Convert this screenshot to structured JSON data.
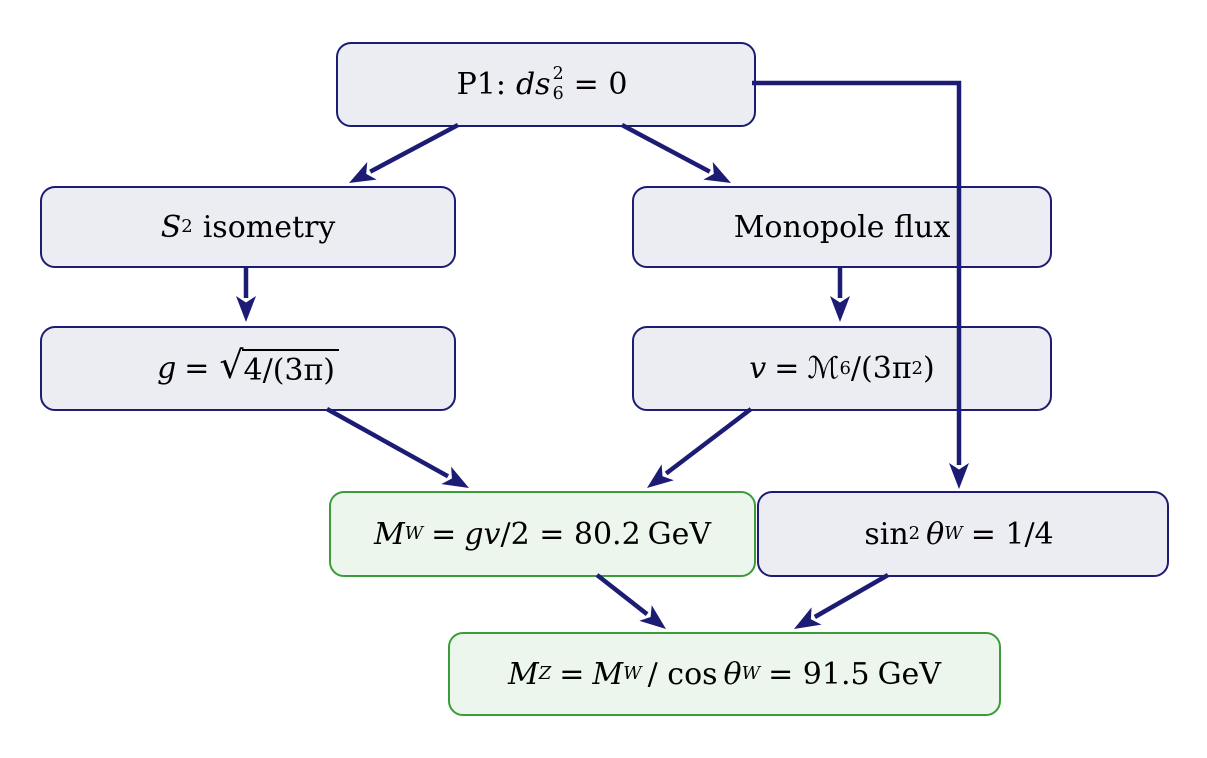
{
  "colors": {
    "background": "#ffffff",
    "node_border": "#1c1c74",
    "node_fill": "#ececf3",
    "highlight_border": "#3a9d3a",
    "highlight_fill": "#edf6ed",
    "arrow": "#1c1c74",
    "text": "#000000"
  },
  "nodes": {
    "p1": {
      "prefix": "P1:",
      "var": "ds",
      "sup": "2",
      "sub": "6",
      "tail": "= 0"
    },
    "s2_isometry": {
      "var": "S",
      "sup": "2",
      "label": "isometry"
    },
    "monopole_flux": {
      "label": "Monopole flux"
    },
    "g_coupling": {
      "lhs": "g",
      "eq": "=",
      "radical": "√",
      "radicand": "4/(3π)"
    },
    "v_vev": {
      "lhs": "v",
      "eq": "=",
      "mcal": "ℳ",
      "sup": "6",
      "mid": "/(3π",
      "sup2": "2",
      "close": ")"
    },
    "w_mass": {
      "sym": "M",
      "sub": "W",
      "eq": "=",
      "expr": "gv",
      "tail": "/2 = 80.2",
      "unit": "GeV"
    },
    "weinberg": {
      "fn": "sin",
      "sup": "2",
      "angle": "θ",
      "sub": "W",
      "tail": "= 1/4"
    },
    "z_mass": {
      "sym": "M",
      "sub": "Z",
      "eq": "=",
      "sym2": "M",
      "sub2": "W",
      "mid": "/ cos",
      "angle": "θ",
      "sub3": "W",
      "tail": "= 91.5",
      "unit": "GeV"
    }
  },
  "edges": [
    {
      "from": "p1",
      "to": "s2_isometry"
    },
    {
      "from": "p1",
      "to": "monopole_flux"
    },
    {
      "from": "p1",
      "to": "weinberg"
    },
    {
      "from": "s2_isometry",
      "to": "g_coupling"
    },
    {
      "from": "monopole_flux",
      "to": "v_vev"
    },
    {
      "from": "g_coupling",
      "to": "w_mass"
    },
    {
      "from": "v_vev",
      "to": "w_mass"
    },
    {
      "from": "w_mass",
      "to": "z_mass"
    },
    {
      "from": "weinberg",
      "to": "z_mass"
    }
  ]
}
